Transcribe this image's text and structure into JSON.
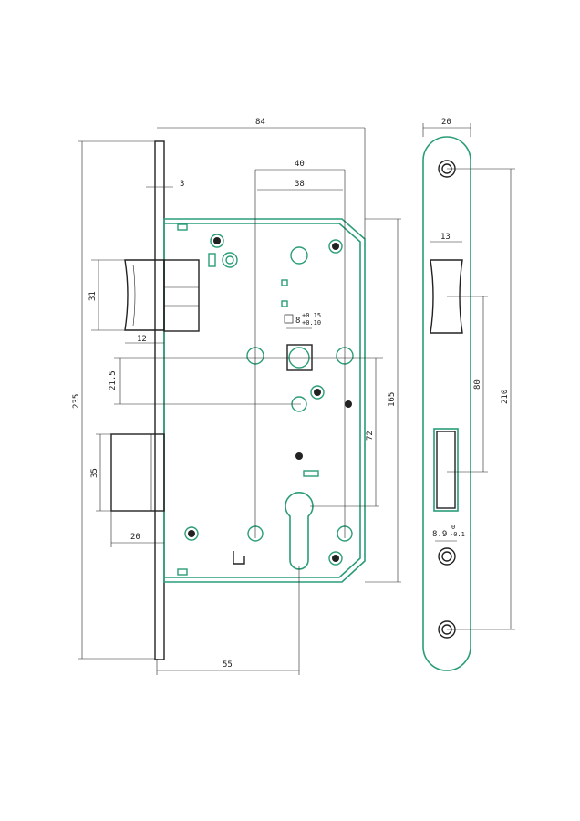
{
  "title": "Mortice lock dimension drawing",
  "colors": {
    "outline": "#2a9d78",
    "dimension": "#222222"
  },
  "dimensions": {
    "overall_depth": "84",
    "faceplate_thickness": "3",
    "center_40": "40",
    "center_38": "38",
    "latch_height": "31",
    "latch_projection": "12",
    "follower_square": "8",
    "follower_tol_upper": "+0.15",
    "follower_tol_lower": "+0.10",
    "follower_offset": "21.5",
    "case_height": "165",
    "follower_to_cylinder": "72",
    "faceplate_height": "235",
    "bolt_height": "35",
    "bolt_projection": "20",
    "backset": "55",
    "strike_width": "20",
    "strike_latch_width": "13",
    "strike_spacing": "80",
    "strike_height": "210",
    "strike_bolt_width": "8.9",
    "strike_tol_upper": "0",
    "strike_tol_lower": "-0.1"
  }
}
